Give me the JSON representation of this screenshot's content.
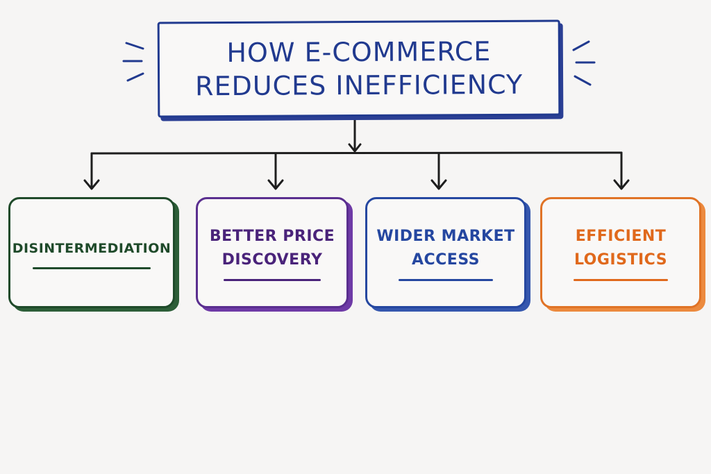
{
  "title": {
    "line1": "HOW E-COMMERCE",
    "line2": "REDUCES INEFFICIENCY"
  },
  "nodes": [
    {
      "line1": "DISINTERMEDIATION",
      "line2": "",
      "color": "#1f4a2a"
    },
    {
      "line1": "BETTER PRICE",
      "line2": "DISCOVERY",
      "color": "#4a237a"
    },
    {
      "line1": "WIDER MARKET",
      "line2": "ACCESS",
      "color": "#2547a0"
    },
    {
      "line1": "EFFICIENT",
      "line2": "LOGISTICS",
      "color": "#e0691c"
    }
  ],
  "colors": {
    "title": "#213a8f",
    "connector": "#1e1e1e",
    "background": "#f6f5f4"
  }
}
